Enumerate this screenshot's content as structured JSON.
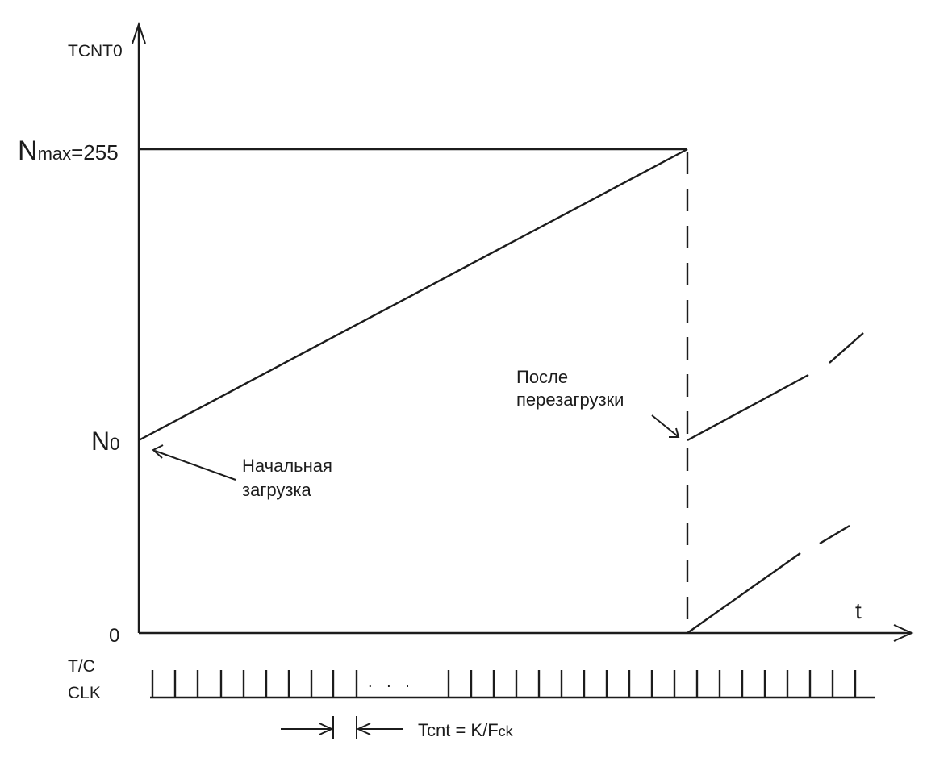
{
  "axes": {
    "y_label": "TCNT0",
    "x_label": "t",
    "nmax_main": "N",
    "nmax_sub": "max",
    "nmax_value": "=255",
    "n0_main": "N",
    "n0_sub": "0",
    "zero_label": "0"
  },
  "annotations": {
    "initial_load_line1": "Начальная",
    "initial_load_line2": "загрузка",
    "after_reload_line1": "После",
    "after_reload_line2": "перезагрузки"
  },
  "clock": {
    "label_line1": "T/C",
    "label_line2": "CLK",
    "ellipsis": ". . .",
    "period_main": "Tcnt = K/F",
    "period_sub": "ck"
  }
}
